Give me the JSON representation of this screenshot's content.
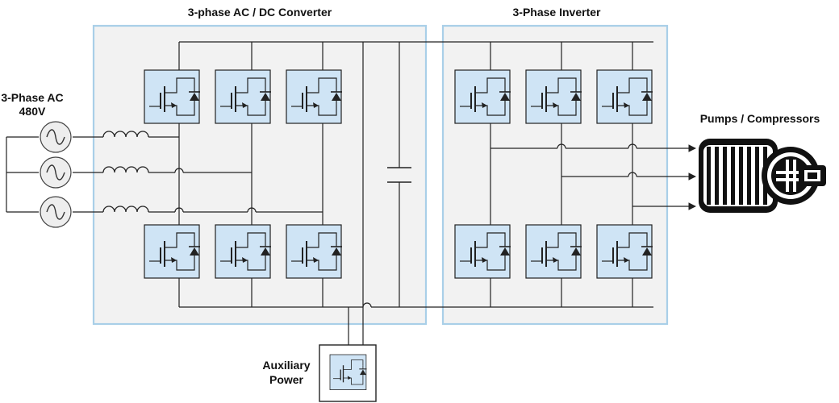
{
  "labels": {
    "converter_title": "3-phase AC / DC Converter",
    "inverter_title": "3-Phase Inverter",
    "source_line1": "3-Phase AC",
    "source_line2": "480V",
    "load_title": "Pumps / Compressors",
    "aux_line1": "Auxiliary",
    "aux_line2": "Power"
  },
  "colors": {
    "block_fill": "#f2f2f2",
    "block_border": "#a9cfe8",
    "switch_fill": "#cfe4f5",
    "wire": "#222222"
  },
  "icons": {
    "source": "ac-source-icon",
    "inductor": "inductor-icon",
    "switch": "igbt-switch-icon",
    "capacitor": "capacitor-icon",
    "motor": "pump-motor-icon"
  }
}
